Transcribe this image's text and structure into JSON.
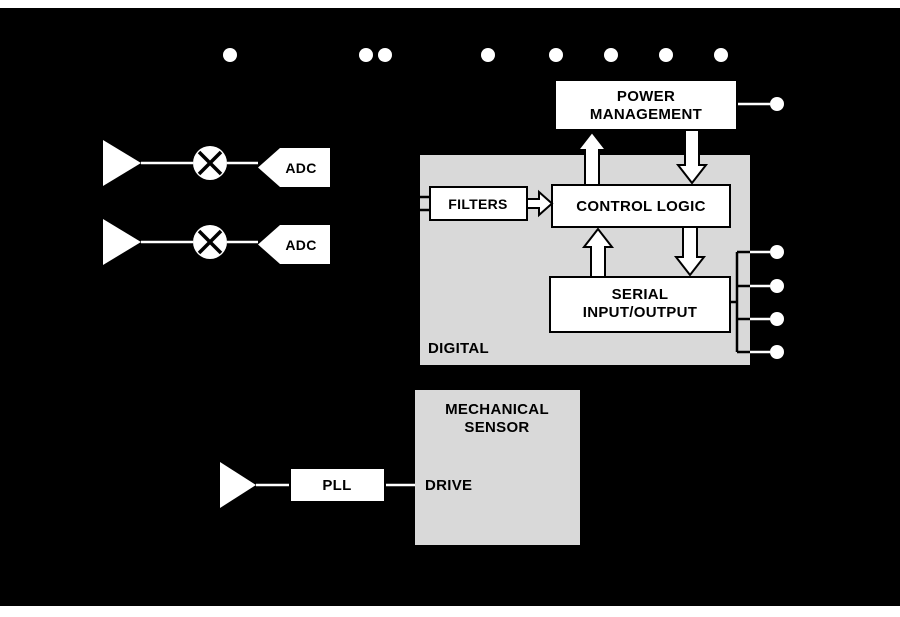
{
  "blocks": {
    "power_management": {
      "line1": "POWER",
      "line2": "MANAGEMENT"
    },
    "filters": {
      "label": "FILTERS"
    },
    "control_logic": {
      "label": "CONTROL LOGIC"
    },
    "serial_io": {
      "line1": "SERIAL",
      "line2": "INPUT/OUTPUT"
    },
    "digital_region": {
      "label": "DIGITAL"
    },
    "mechanical_sensor": {
      "line1": "MECHANICAL",
      "line2": "SENSOR"
    },
    "drive": {
      "label": "DRIVE"
    },
    "pll": {
      "label": "PLL"
    },
    "adc_top": {
      "label": "ADC"
    },
    "adc_bottom": {
      "label": "ADC"
    }
  },
  "symbols": {
    "amplifier": "amplifier-triangle",
    "mixer": "mixer-circle-x",
    "pad": "bond-pad-dot",
    "arrow": "hollow-block-arrow"
  },
  "colors": {
    "background": "#000000",
    "block_fill": "#ffffff",
    "region_fill": "#d9d9d9",
    "text": "#000000",
    "line": "#ffffff"
  }
}
